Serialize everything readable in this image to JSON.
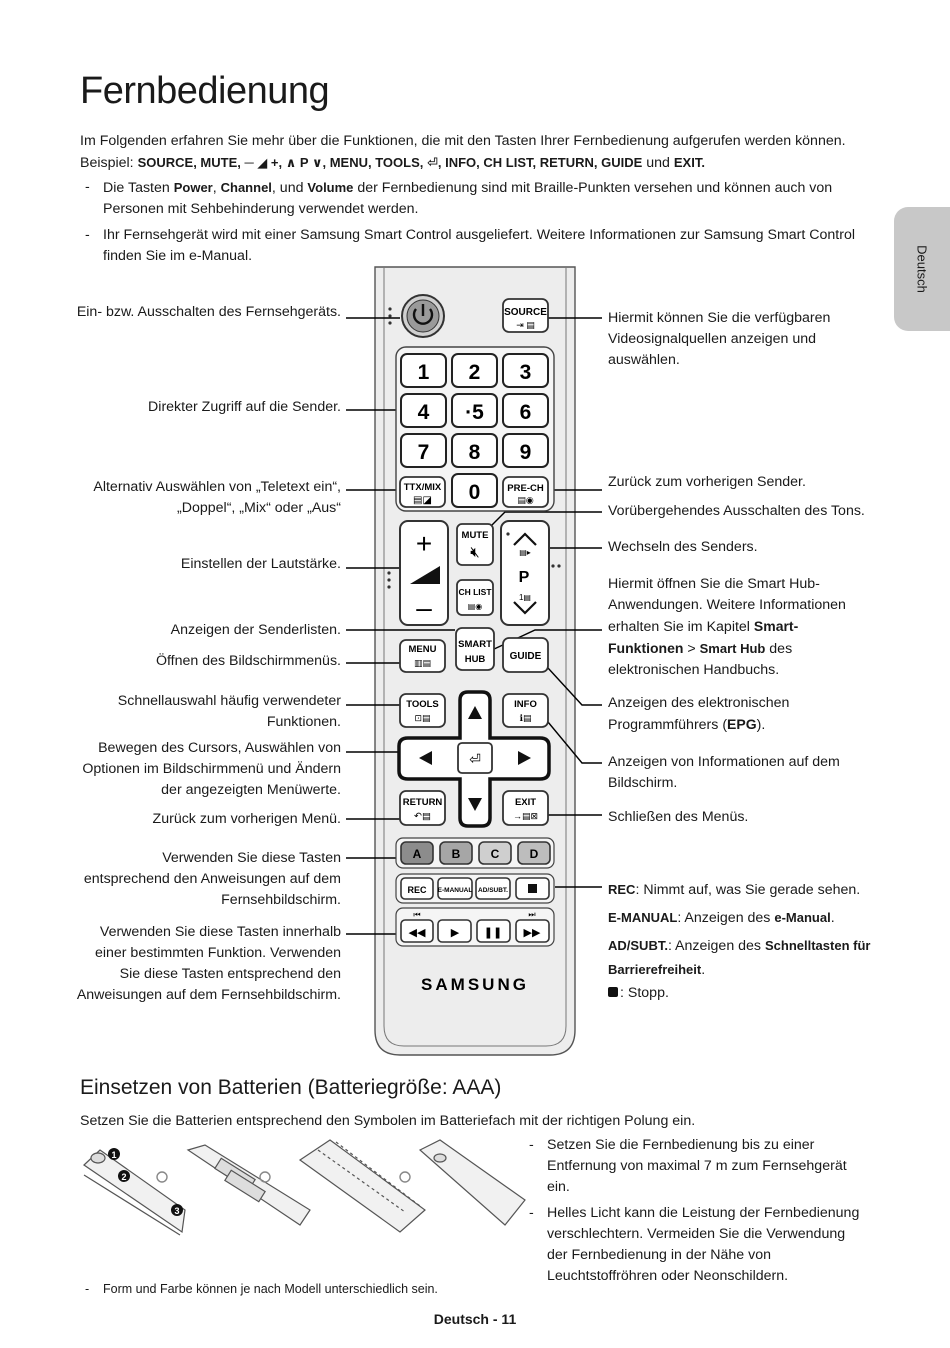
{
  "title": "Fernbedienung",
  "intro": {
    "line1": "Im Folgenden erfahren Sie mehr über die Funktionen, die mit den Tasten Ihrer Fernbedienung aufgerufen werden können.",
    "example_label": "Beispiel:",
    "example_keys": "SOURCE, MUTE, ─ ◢ +, ∧ P ∨, MENU, TOOLS, ⏎, INFO, CH LIST, RETURN, GUIDE",
    "example_and": "und",
    "example_last": "EXIT."
  },
  "notes": [
    {
      "pre": "Die Tasten ",
      "k1": "Power",
      "m1": ", ",
      "k2": "Channel",
      "m2": ", und ",
      "k3": "Volume",
      "post": " der Fernbedienung sind mit Braille-Punkten versehen und können auch von",
      "line2": "Personen mit Sehbehinderung verwendet werden."
    },
    {
      "line1": "Ihr Fernsehgerät wird mit einer Samsung Smart Control ausgeliefert. Weitere Informationen zur Samsung Smart Control",
      "line2": "finden Sie im e-Manual."
    }
  ],
  "side_tab": "Deutsch",
  "labels_left": {
    "power": "Ein- bzw. Ausschalten des Fernsehgeräts.",
    "numbers": "Direkter Zugriff auf die Sender.",
    "ttx_1": "Alternativ Auswählen von „Teletext ein“,",
    "ttx_2": "„Doppel“, „Mix“ oder „Aus“",
    "volume": "Einstellen der Lautstärke.",
    "chlist": "Anzeigen der Senderlisten.",
    "menu": "Öffnen des Bildschirmmenüs.",
    "tools_1": "Schnellauswahl häufig verwendeter",
    "tools_2": "Funktionen.",
    "nav_1": "Bewegen des Cursors, Auswählen von",
    "nav_2": "Optionen im Bildschirmmenü und Ändern",
    "nav_3": "der angezeigten Menüwerte.",
    "return": "Zurück zum vorherigen Menü.",
    "color_1": "Verwenden Sie diese Tasten",
    "color_2": "entsprechend den Anweisungen auf dem",
    "color_3": "Fernsehbildschirm.",
    "media_1": "Verwenden Sie diese Tasten innerhalb",
    "media_2": "einer bestimmten Funktion. Verwenden",
    "media_3": "Sie diese Tasten entsprechend den",
    "media_4": "Anweisungen auf dem Fernsehbildschirm."
  },
  "labels_right": {
    "source_1": "Hiermit können Sie die verfügbaren",
    "source_2": "Videosignalquellen anzeigen und",
    "source_3": "auswählen.",
    "prech": "Zurück zum vorherigen Sender.",
    "mute": "Vorübergehendes Ausschalten des Tons.",
    "channel": "Wechseln des Senders.",
    "hub_1": "Hiermit öffnen Sie die Smart Hub-",
    "hub_2": "Anwendungen. Weitere Informationen",
    "hub_3a": "erhalten Sie im Kapitel ",
    "hub_3b": "Smart-",
    "hub_4a": "Funktionen",
    "hub_4b": " > ",
    "hub_4c": "Smart Hub",
    "hub_4d": " des",
    "hub_5": "elektronischen Handbuchs.",
    "guide_1": "Anzeigen des elektronischen",
    "guide_2a": "Programmführers (",
    "guide_2b": "EPG",
    "guide_2c": ").",
    "info_1": "Anzeigen von Informationen auf dem",
    "info_2": "Bildschirm.",
    "exit": "Schließen des Menüs.",
    "rec_k": "REC",
    "rec_t": ": Nimmt auf, was Sie gerade sehen.",
    "emanual_k": "E-MANUAL",
    "emanual_t": ": Anzeigen des ",
    "emanual_k2": "e-Manual",
    "emanual_end": ".",
    "adsubt_k": "AD/SUBT.",
    "adsubt_t": ": Anzeigen des ",
    "adsubt_k2": "Schnelltasten für",
    "adsubt_k3": "Barrierefreiheit",
    "adsubt_end": ".",
    "stop_t": ": Stopp."
  },
  "remote": {
    "source": "SOURCE",
    "digits": [
      "1",
      "2",
      "3",
      "4",
      "·5",
      "6",
      "7",
      "8",
      "9",
      "0"
    ],
    "ttx": "TTX/MIX",
    "prech": "PRE-CH",
    "mute": "MUTE",
    "p": "P",
    "chlist": "CH LIST",
    "menu": "MENU",
    "smart": "SMART",
    "hub": "HUB",
    "guide": "GUIDE",
    "tools": "TOOLS",
    "info": "INFO",
    "return": "RETURN",
    "exit": "EXIT",
    "colors": [
      "A",
      "B",
      "C",
      "D"
    ],
    "rec": "REC",
    "emanual": "E-MANUAL",
    "adsubt": "AD/SUBT.",
    "brand": "SAMSUNG"
  },
  "battery": {
    "heading": "Einsetzen von Batterien (Batteriegröße: AAA)",
    "instruction": "Setzen Sie die Batterien entsprechend den Symbolen im Batteriefach mit der richtigen Polung ein.",
    "note_left": "Form und Farbe können je nach Modell unterschiedlich sein.",
    "bullets": [
      {
        "l1": "Setzen Sie die Fernbedienung bis zu einer",
        "l2": "Entfernung von maximal 7 m zum Fernsehgerät",
        "l3": "ein."
      },
      {
        "l1": "Helles Licht kann die Leistung der Fernbedienung",
        "l2": "verschlechtern. Vermeiden Sie die Verwendung",
        "l3": "der Fernbedienung in der Nähe von",
        "l4": "Leuchtstoffröhren oder Neonschildern."
      }
    ],
    "steps": [
      "1",
      "2",
      "3"
    ]
  },
  "footer": "Deutsch - 11"
}
